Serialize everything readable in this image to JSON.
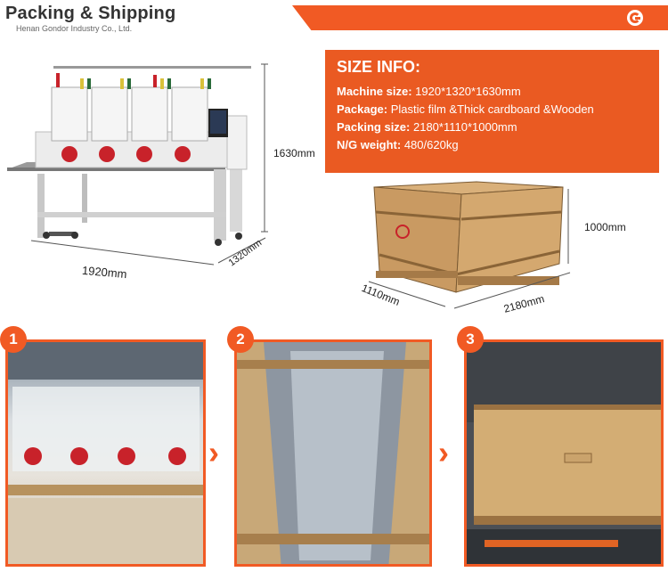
{
  "header": {
    "title": "Packing & Shipping",
    "subtitle": "Henan Gondor Industry Co., Ltd."
  },
  "colors": {
    "accent": "#f15a24",
    "panel": "#ea5a22"
  },
  "machine_dims": {
    "height": "1630mm",
    "width": "1920mm",
    "depth": "1320mm"
  },
  "size_info": {
    "heading": "SIZE INFO:",
    "rows": [
      {
        "label": "Machine size:",
        "value": " 1920*1320*1630mm"
      },
      {
        "label": "Package:",
        "value": " Plastic film &Thick cardboard &Wooden"
      },
      {
        "label": "Packing size:",
        "value": " 2180*1110*1000mm"
      },
      {
        "label": "N/G weight:",
        "value": " 480/620kg"
      }
    ]
  },
  "box_dims": {
    "height": "1000mm",
    "depth": "1110mm",
    "width": "2180mm"
  },
  "steps": [
    {
      "number": "1"
    },
    {
      "number": "2"
    },
    {
      "number": "3"
    }
  ],
  "icons": {
    "step_arrow": "chevron-right-icon",
    "logo": "gondor-logo"
  }
}
